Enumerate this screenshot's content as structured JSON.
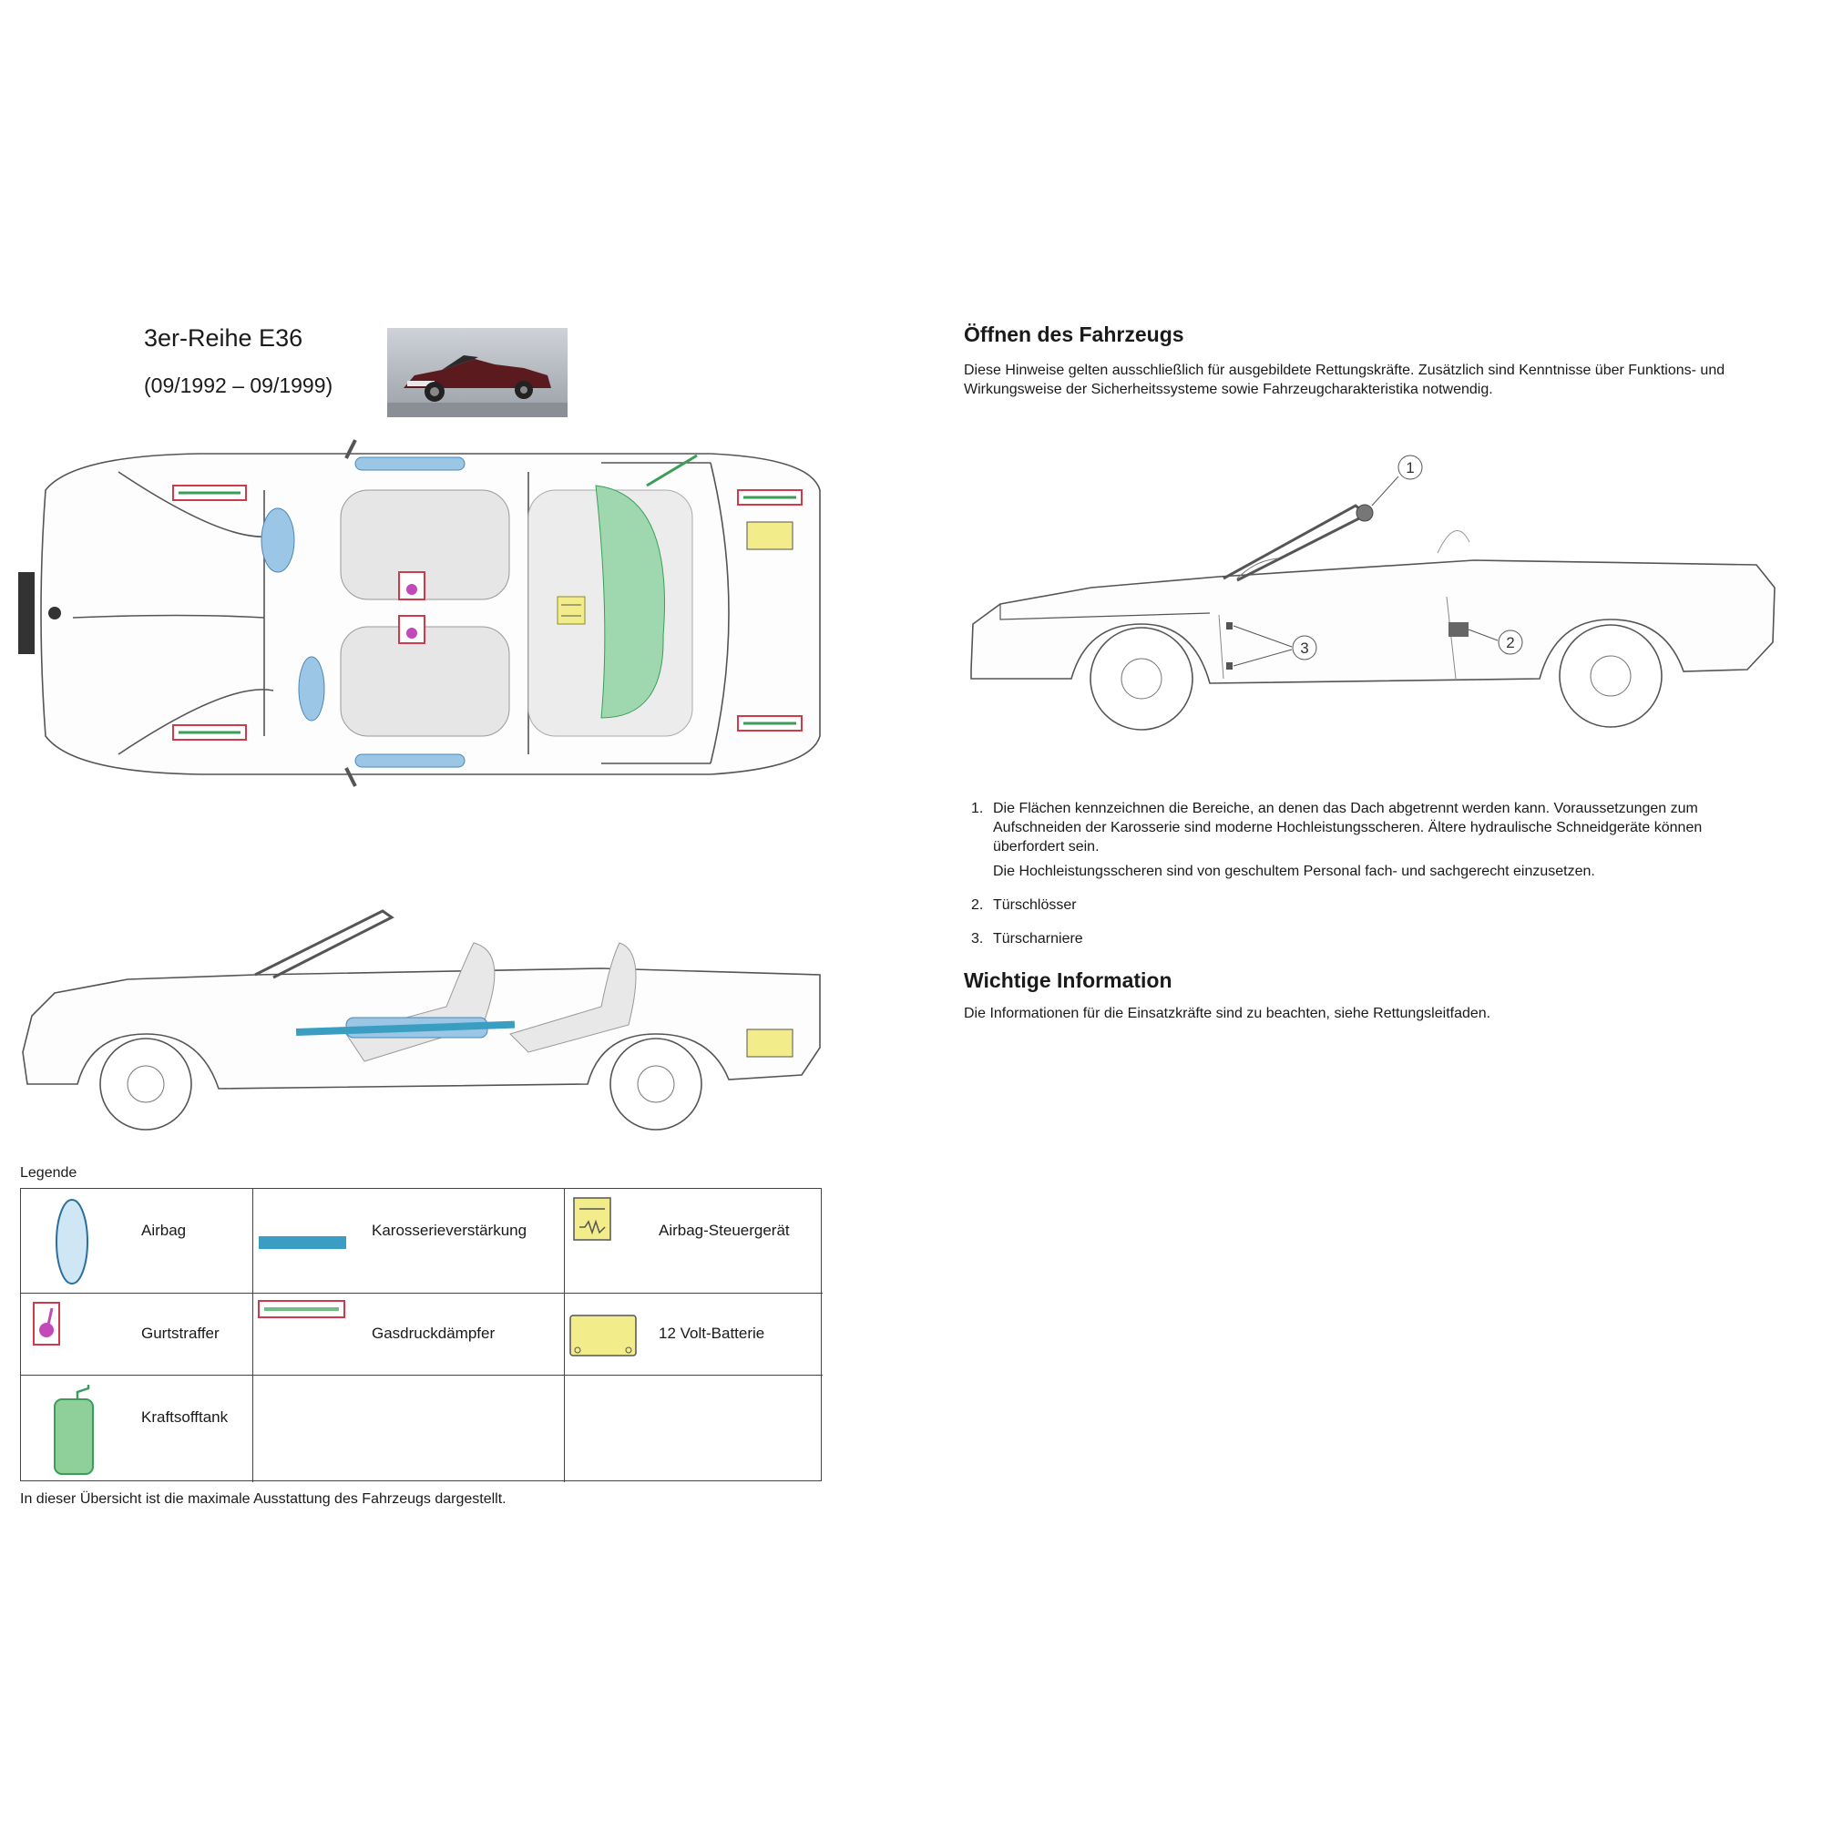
{
  "header": {
    "title": "3er-Reihe E36",
    "years": "(09/1992 – 09/1999)"
  },
  "legend": {
    "heading": "Legende",
    "items": [
      {
        "label": "Airbag",
        "icon": "airbag-icon",
        "color": "#cfe6f5"
      },
      {
        "label": "Karosserieverstärkung",
        "icon": "body-reinforcement-icon",
        "color": "#3a9ec3"
      },
      {
        "label": "Airbag-Steuergerät",
        "icon": "airbag-control-unit-icon",
        "color": "#f3ec8a"
      },
      {
        "label": "Gurtstraffer",
        "icon": "belt-tensioner-icon",
        "color": "#c24ab8"
      },
      {
        "label": "Gasdruckdämpfer",
        "icon": "gas-strut-icon",
        "color": "#6fbf85"
      },
      {
        "label": "12 Volt-Batterie",
        "icon": "battery-icon",
        "color": "#f3ec8a"
      },
      {
        "label": "Kraftsofftank",
        "icon": "fuel-tank-icon",
        "color": "#8fcf99"
      }
    ],
    "note": "In dieser Übersicht ist die maximale Ausstattung des Fahrzeugs dargestellt."
  },
  "opening": {
    "heading": "Öffnen des Fahrzeugs",
    "intro": "Diese Hinweise gelten ausschließlich für ausgebildete Rettungskräfte. Zusätzlich sind Kenntnisse über Funktions- und Wirkungsweise der Sicherheitssysteme sowie Fahrzeugcharakteristika notwendig.",
    "callouts": [
      "1",
      "2",
      "3"
    ],
    "steps": [
      {
        "num": "1.",
        "text": "Die Flächen kennzeichnen die Bereiche, an denen das Dach abgetrennt werden kann. Voraussetzungen zum Aufschneiden der Karosserie sind moderne Hochleistungsscheren. Ältere hydraulische Schneidgeräte können überfordert sein.",
        "text2": "Die Hochleistungsscheren sind von geschultem Personal fach- und sachgerecht einzusetzen."
      },
      {
        "num": "2.",
        "text": "Türschlösser"
      },
      {
        "num": "3.",
        "text": "Türscharniere"
      }
    ]
  },
  "info": {
    "heading": "Wichtige Information",
    "text": "Die Informationen für die Einsatzkräfte sind zu beachten, siehe Rettungsleitfaden."
  }
}
